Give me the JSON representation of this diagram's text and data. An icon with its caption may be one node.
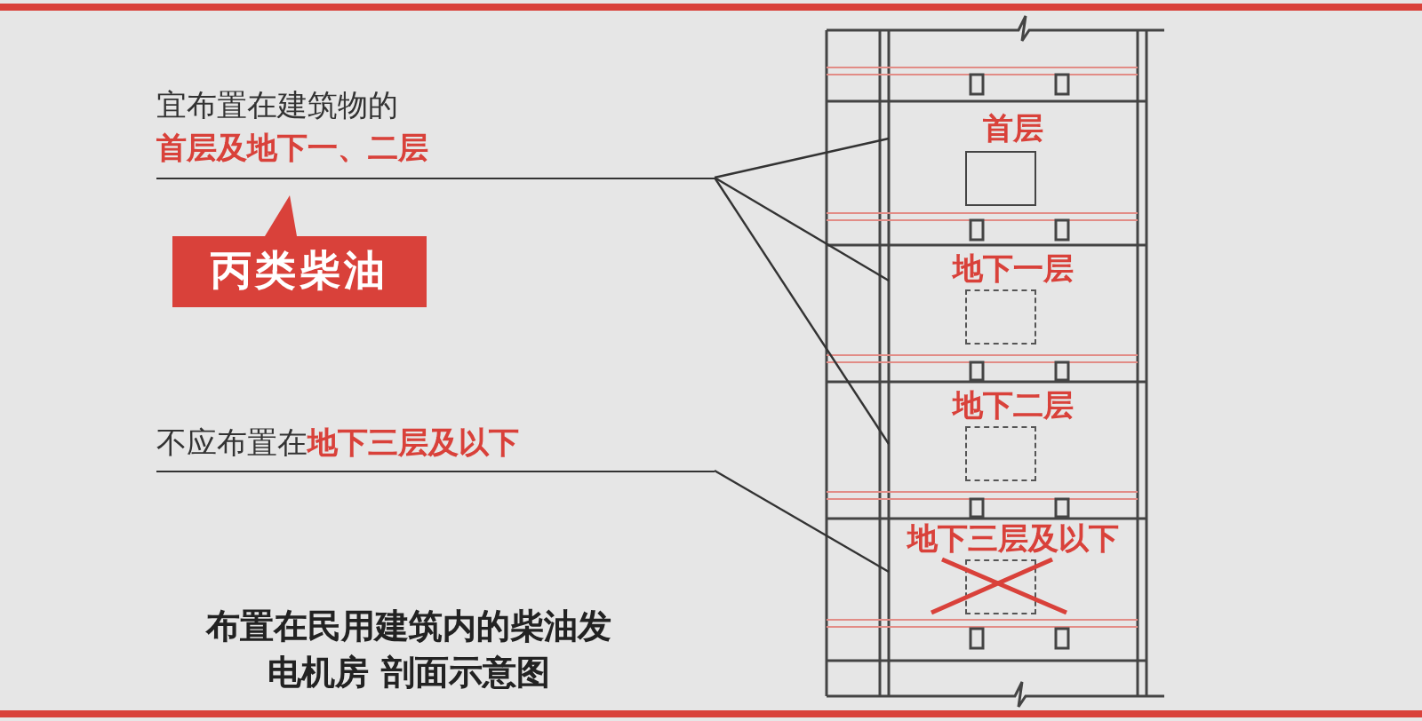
{
  "diagram": {
    "caption": "布置在民用建筑内的柴油发电机房 剖面示意图",
    "nodes": [
      {
        "text": [
          "宜布置在建筑物的",
          "首层及地下一、二层"
        ]
      },
      {
        "text": [
          "丙类柴油"
        ]
      },
      {
        "text": [
          "不应布置在",
          "地下三层及以下"
        ]
      },
      {
        "text": [
          "首层"
        ]
      },
      {
        "text": [
          "地下一层"
        ]
      },
      {
        "text": [
          "地下二层"
        ]
      },
      {
        "text": [
          "地下三层及以下"
        ]
      }
    ],
    "edges": [
      {
        "from": 0,
        "to": 3,
        "arrow": "none"
      },
      {
        "from": 0,
        "to": 4,
        "arrow": "none"
      },
      {
        "from": 0,
        "to": 5,
        "arrow": "none"
      },
      {
        "from": 2,
        "to": 6,
        "arrow": "none"
      }
    ]
  }
}
